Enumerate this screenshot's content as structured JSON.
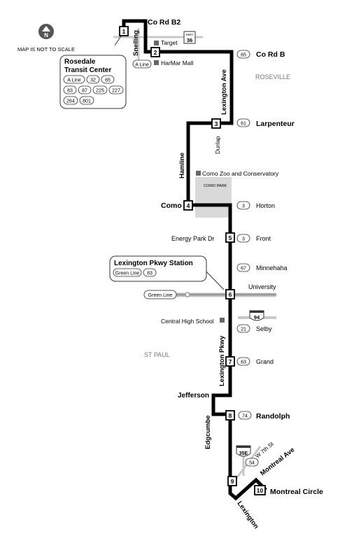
{
  "compass": {
    "letter": "N",
    "note": "MAP IS NOT TO SCALE"
  },
  "transit_center": {
    "name_line1": "Rosedale",
    "name_line2": "Transit Center",
    "routes": [
      "A Line",
      "32",
      "65",
      "83",
      "87",
      "225",
      "227",
      "264",
      "801"
    ]
  },
  "station": {
    "name": "Lexington Pkwy Station",
    "routes": [
      "Green Line",
      "83"
    ]
  },
  "green_line_label": "Green Line",
  "a_line_label": "A Line",
  "timepoints": [
    "1",
    "2",
    "3",
    "4",
    "5",
    "6",
    "7",
    "8",
    "9",
    "10"
  ],
  "streets": {
    "co_rd_b2": "Co Rd B2",
    "co_rd_b": "Co Rd B",
    "snelling": "Snelling",
    "lexington_ave": "Lexington Ave",
    "larpenteur": "Larpenteur",
    "dunlap": "Dunlap",
    "hamline": "Hamline",
    "como": "Como",
    "horton": "Horton",
    "energy_park": "Energy Park Dr",
    "front": "Front",
    "minnehaha": "Minnehaha",
    "university": "University",
    "selby": "Selby",
    "lexington_pkwy": "Lexington Pkwy",
    "grand": "Grand",
    "jefferson": "Jefferson",
    "randolph": "Randolph",
    "edgcumbe": "Edgcumbe",
    "w7th": "W 7th St",
    "montreal_ave": "Montreal Ave",
    "montreal_circle": "Montreal Circle",
    "lexington": "Lexington"
  },
  "landmarks": {
    "target": "Target",
    "harmar": "HarMar Mall",
    "como_zoo": "Como Zoo and Conservatory",
    "como_park": "COMO PARK",
    "central_hs": "Central High School"
  },
  "areas": {
    "roseville": "ROSEVILLE",
    "st_paul": "ST PAUL"
  },
  "connecting_routes": {
    "co_rd_b": "65",
    "larpenteur": "61",
    "horton": "3",
    "front": "3",
    "minnehaha": "67",
    "selby": "21",
    "grand": "63",
    "randolph": "74",
    "w7th": "54"
  },
  "highway_shields": {
    "hwy36_top": "HWY",
    "hwy36": "36",
    "i94": "94",
    "i35e": "35E"
  },
  "colors": {
    "route": "#000000",
    "road": "#c8c8c8",
    "park": "#d9d9d9",
    "green_line": "#9a9a9a"
  }
}
